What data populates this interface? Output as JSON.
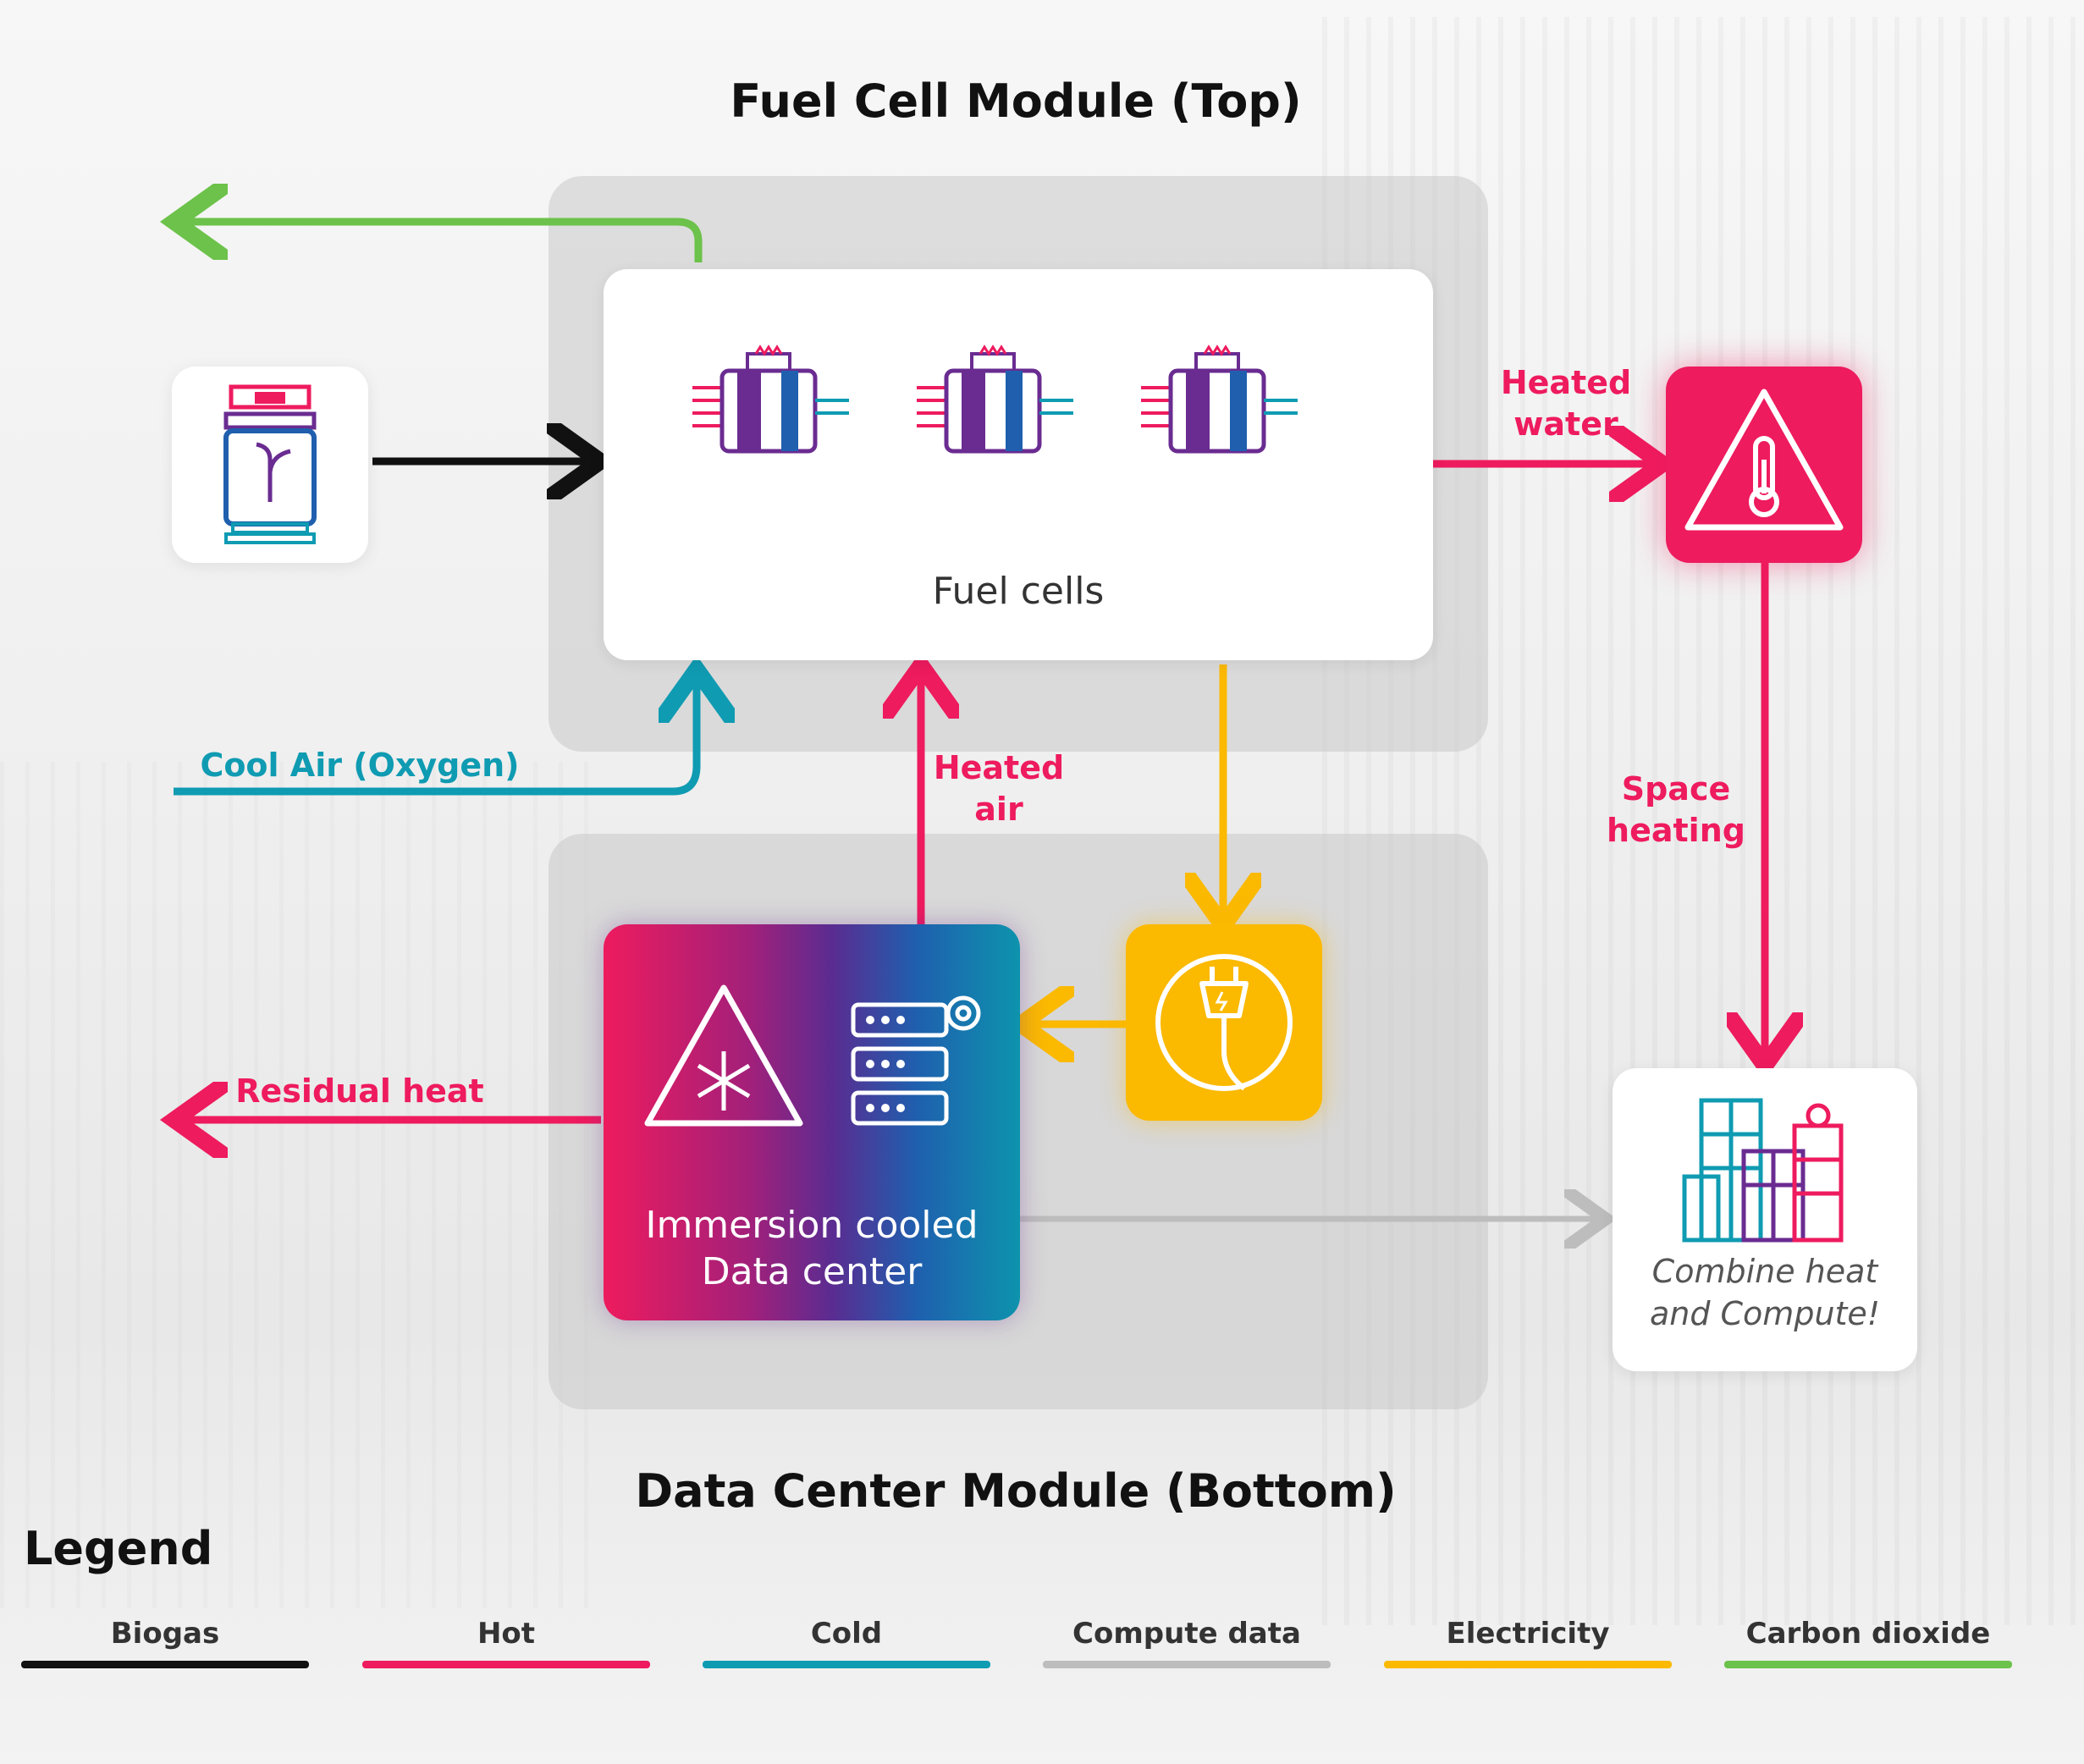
{
  "titles": {
    "top": "Fuel Cell Module (Top)",
    "bottom": "Data Center Module (Bottom)"
  },
  "fuel_cells": {
    "label": "Fuel cells"
  },
  "data_center": {
    "label_line1": "Immersion cooled",
    "label_line2": "Data center"
  },
  "combine": {
    "label_line1": "Combine heat",
    "label_line2": "and Compute!"
  },
  "flows": {
    "heated_water_1": "Heated",
    "heated_water_2": "water",
    "cool_air": "Cool Air (Oxygen)",
    "heated_air_1": "Heated",
    "heated_air_2": "air",
    "space_heating_1": "Space",
    "space_heating_2": "heating",
    "residual_heat": "Residual heat"
  },
  "legend": {
    "title": "Legend",
    "items": [
      {
        "label": "Biogas",
        "color": "#111111"
      },
      {
        "label": "Hot",
        "color": "#ee1b5e"
      },
      {
        "label": "Cold",
        "color": "#0f9bb2"
      },
      {
        "label": "Compute data",
        "color": "#bdbdbd"
      },
      {
        "label": "Electricity",
        "color": "#fbb900"
      },
      {
        "label": "Carbon dioxide",
        "color": "#6cc24a"
      }
    ]
  },
  "colors": {
    "hot": "#ee1b5e",
    "cold": "#0f9bb2",
    "biogas": "#111111",
    "compute": "#bdbdbd",
    "electricity": "#fbb900",
    "co2": "#6cc24a",
    "purple": "#6a2c91"
  },
  "icons": [
    "biogas-tank-icon",
    "fuel-cell-icon",
    "thermometer-warning-icon",
    "snowflake-warning-icon",
    "server-gear-icon",
    "power-plug-icon",
    "city-buildings-icon"
  ]
}
